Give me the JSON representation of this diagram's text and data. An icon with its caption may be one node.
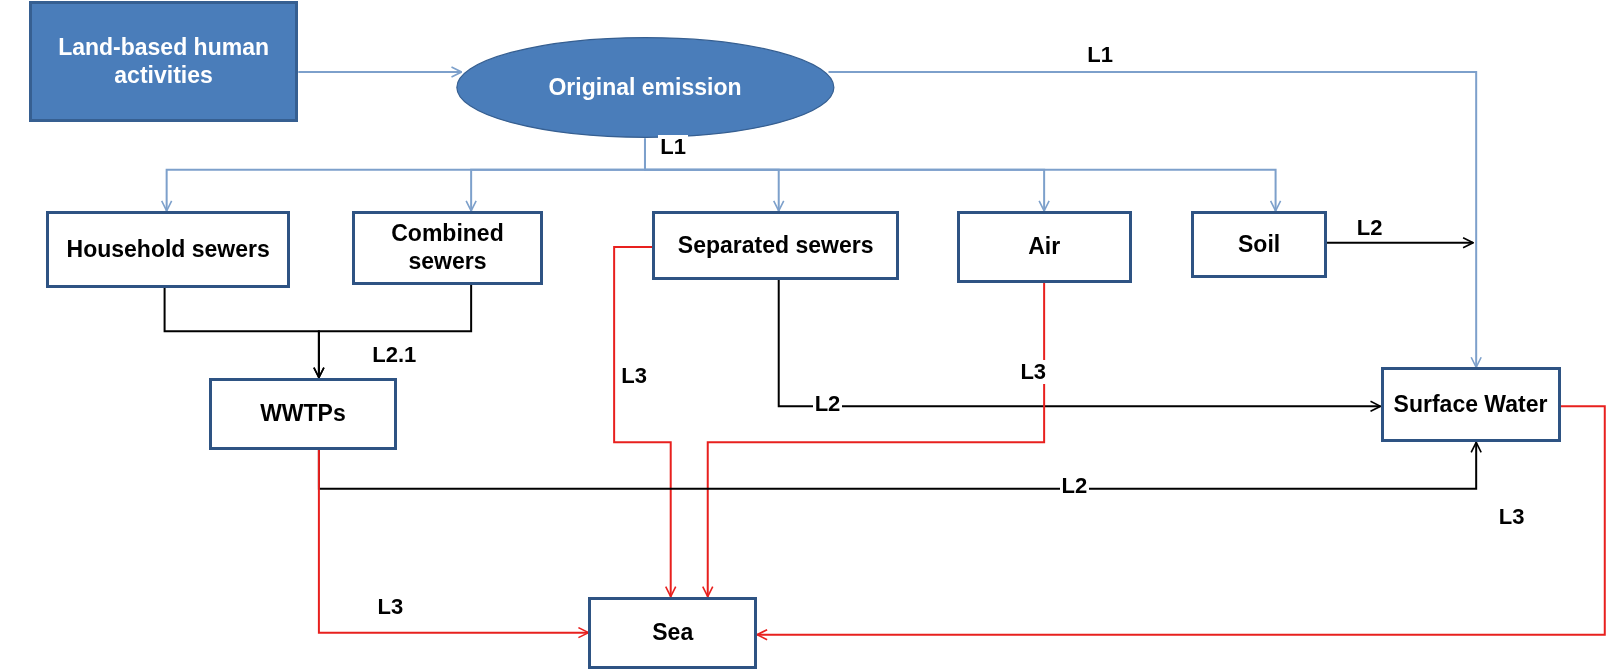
{
  "diagram": {
    "nodes": [
      {
        "text": [
          "Land-based human activities"
        ]
      },
      {
        "text": [
          "Original emission"
        ]
      },
      {
        "text": [
          "Household sewers"
        ]
      },
      {
        "text": [
          "Combined sewers"
        ]
      },
      {
        "text": [
          "Separated sewers"
        ]
      },
      {
        "text": [
          "Air"
        ]
      },
      {
        "text": [
          "Soil"
        ]
      },
      {
        "text": [
          "WWTPs"
        ]
      },
      {
        "text": [
          "Surface Water"
        ]
      },
      {
        "text": [
          "Sea"
        ]
      }
    ],
    "edges": [
      {
        "from": 0,
        "to": 1,
        "arrow": "to"
      },
      {
        "from": 1,
        "to": 8,
        "arrow": "to",
        "label": "L1"
      },
      {
        "from": 1,
        "to": 2,
        "arrow": "to"
      },
      {
        "from": 1,
        "to": 3,
        "arrow": "to"
      },
      {
        "from": 1,
        "to": 4,
        "arrow": "to",
        "label": "L1"
      },
      {
        "from": 1,
        "to": 5,
        "arrow": "to"
      },
      {
        "from": 1,
        "to": 6,
        "arrow": "to"
      },
      {
        "from": 6,
        "to": null,
        "arrow": "to",
        "label": "L2",
        "color": "#000000"
      },
      {
        "from": 2,
        "to": 7,
        "arrow": "to",
        "color": "#000000"
      },
      {
        "from": 3,
        "to": 7,
        "arrow": "to",
        "label": "L2.1",
        "color": "#000000"
      },
      {
        "from": 4,
        "to": 9,
        "arrow": "to",
        "label": "L3",
        "color": "#e8201e"
      },
      {
        "from": 4,
        "to": 8,
        "arrow": "to",
        "label": "L2",
        "color": "#000000"
      },
      {
        "from": 5,
        "to": 9,
        "arrow": "to",
        "label": "L3",
        "color": "#e8201e"
      },
      {
        "from": 7,
        "to": 8,
        "arrow": "to",
        "label": "L2",
        "color": "#000000"
      },
      {
        "from": 7,
        "to": 9,
        "arrow": "to",
        "label": "L3",
        "color": "#e8201e"
      },
      {
        "from": 8,
        "to": 9,
        "arrow": "to",
        "label": "L3",
        "color": "#e8201e"
      }
    ]
  }
}
